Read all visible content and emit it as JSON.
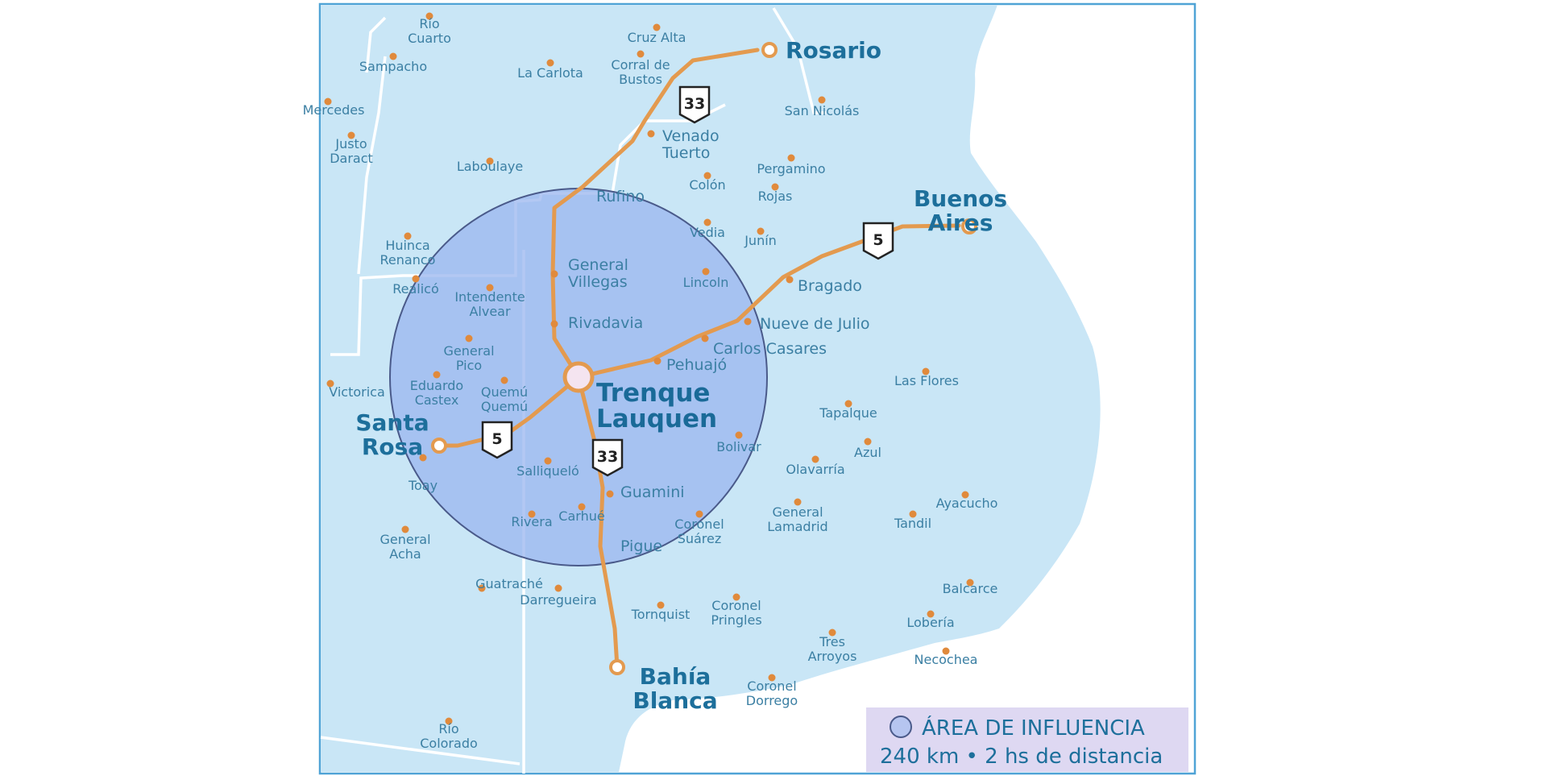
{
  "colors": {
    "land": "#c9e6f6",
    "sea": "#ffffff",
    "border": "#ffffff",
    "route": "#e39a4f",
    "dot": "#e08a3c",
    "circle_fill": "#9ab6ef",
    "circle_stroke": "#4a5a8a",
    "label": "#3b7fa3",
    "hub_label": "#1d6f9b"
  },
  "icons": {
    "route_shield": "route-shield-icon",
    "city_dot": "dot-icon",
    "legend_swatch": "circle-icon"
  },
  "center_city": {
    "line1": "Trenque",
    "line2": "Lauquen"
  },
  "hubs": {
    "rosario": {
      "line1": "Rosario"
    },
    "buenos_aires": {
      "line1": "Buenos",
      "line2": "Aires"
    },
    "santa_rosa": {
      "line1": "Santa",
      "line2": "Rosa"
    },
    "bahia_blanca": {
      "line1": "Bahía",
      "line2": "Blanca"
    }
  },
  "shields": [
    "33",
    "5",
    "5",
    "33"
  ],
  "cities": [
    [
      "Río",
      "Cuarto"
    ],
    [
      "Sampacho"
    ],
    [
      "Mercedes"
    ],
    [
      "Justo",
      "Daract"
    ],
    [
      "Cruz Alta"
    ],
    [
      "La Carlota"
    ],
    [
      "Corral de",
      "Bustos"
    ],
    [
      "San Nicolás"
    ],
    [
      "Venado",
      "Tuerto"
    ],
    [
      "Laboulaye"
    ],
    [
      "Colón"
    ],
    [
      "Pergamino"
    ],
    [
      "Rojas"
    ],
    [
      "Rufino"
    ],
    [
      "Vedia"
    ],
    [
      "Junín"
    ],
    [
      "Huinca",
      "Renanco"
    ],
    [
      "General",
      "Villegas"
    ],
    [
      "Lincoln"
    ],
    [
      "Bragado"
    ],
    [
      "Realicó"
    ],
    [
      "Intendente",
      "Alvear"
    ],
    [
      "Rivadavia"
    ],
    [
      "Nueve de Julio"
    ],
    [
      "Carlos Casares"
    ],
    [
      "General",
      "Pico"
    ],
    [
      "Pehuajó"
    ],
    [
      "Victorica"
    ],
    [
      "Eduardo",
      "Castex"
    ],
    [
      "Quemú",
      "Quemú"
    ],
    [
      "Las Flores"
    ],
    [
      "Tapalque"
    ],
    [
      "Azul"
    ],
    [
      "Bolivar"
    ],
    [
      "Toay"
    ],
    [
      "Salliqueló"
    ],
    [
      "Olavarría"
    ],
    [
      "Guamini"
    ],
    [
      "Ayacucho"
    ],
    [
      "Rivera"
    ],
    [
      "Carhué"
    ],
    [
      "Coronel",
      "Suárez"
    ],
    [
      "General",
      "Lamadrid"
    ],
    [
      "Tandil"
    ],
    [
      "General",
      "Acha"
    ],
    [
      "Pigue"
    ],
    [
      "Guatraché"
    ],
    [
      "Darregueira"
    ],
    [
      "Balcarce"
    ],
    [
      "Tornquist"
    ],
    [
      "Coronel",
      "Pringles"
    ],
    [
      "Lobería"
    ],
    [
      "Tres",
      "Arroyos"
    ],
    [
      "Necochea"
    ],
    [
      "Coronel",
      "Dorrego"
    ],
    [
      "Río",
      "Colorado"
    ]
  ],
  "legend": {
    "title": "ÁREA DE INFLUENCIA",
    "subtitle": "240 km • 2 hs de distancia"
  }
}
